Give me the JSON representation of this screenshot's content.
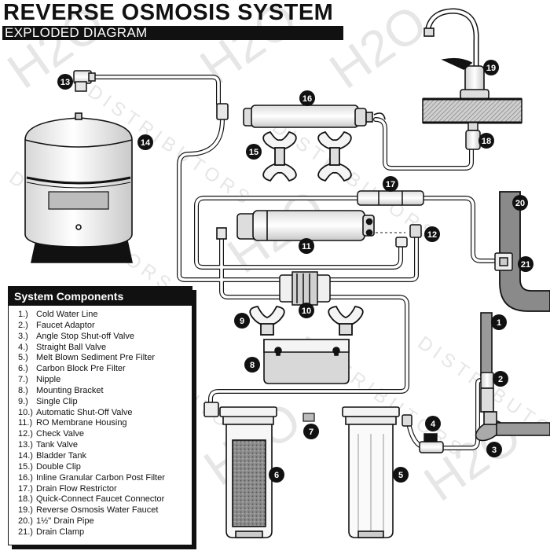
{
  "header": {
    "title": "REVERSE OSMOSIS SYSTEM",
    "subtitle": "EXPLODED DIAGRAM"
  },
  "watermark": {
    "brand": "H2O",
    "text": "DISTRIBUTORS"
  },
  "components": {
    "heading": "System Components",
    "items": [
      {
        "num": "1.)",
        "label": "Cold Water Line"
      },
      {
        "num": "2.)",
        "label": "Faucet Adaptor"
      },
      {
        "num": "3.)",
        "label": "Angle Stop Shut-off Valve"
      },
      {
        "num": "4.)",
        "label": "Straight Ball Valve"
      },
      {
        "num": "5.)",
        "label": "Melt Blown Sediment Pre Filter"
      },
      {
        "num": "6.)",
        "label": "Carbon Block Pre Filter"
      },
      {
        "num": "7.)",
        "label": "Nipple"
      },
      {
        "num": "8.)",
        "label": "Mounting Bracket"
      },
      {
        "num": "9.)",
        "label": "Single Clip"
      },
      {
        "num": "10.)",
        "label": "Automatic Shut-Off Valve"
      },
      {
        "num": "11.)",
        "label": "RO Membrane Housing"
      },
      {
        "num": "12.)",
        "label": "Check Valve"
      },
      {
        "num": "13.)",
        "label": "Tank Valve"
      },
      {
        "num": "14.)",
        "label": "Bladder Tank"
      },
      {
        "num": "15.)",
        "label": "Double Clip"
      },
      {
        "num": "16.)",
        "label": "Inline Granular Carbon Post Filter"
      },
      {
        "num": "17.)",
        "label": "Drain Flow Restrictor"
      },
      {
        "num": "18.)",
        "label": "Quick-Connect Faucet Connector"
      },
      {
        "num": "19.)",
        "label": "Reverse Osmosis Water Faucet"
      },
      {
        "num": "20.)",
        "label": "1½\" Drain Pipe"
      },
      {
        "num": "21.)",
        "label": "Drain Clamp"
      }
    ]
  },
  "callouts": {
    "c1": "1",
    "c2": "2",
    "c3": "3",
    "c4": "4",
    "c5": "5",
    "c6": "6",
    "c7": "7",
    "c8": "8",
    "c9": "9",
    "c10": "10",
    "c11": "11",
    "c12": "12",
    "c13": "13",
    "c14": "14",
    "c15": "15",
    "c16": "16",
    "c17": "17",
    "c18": "18",
    "c19": "19",
    "c20": "20",
    "c21": "21"
  },
  "colors": {
    "ink": "#111111",
    "part_fill": "#f2f2f2",
    "shade": "#b8b8b8",
    "watermark": "#e6e6e6",
    "drain_pipe": "#8a8a8a"
  }
}
